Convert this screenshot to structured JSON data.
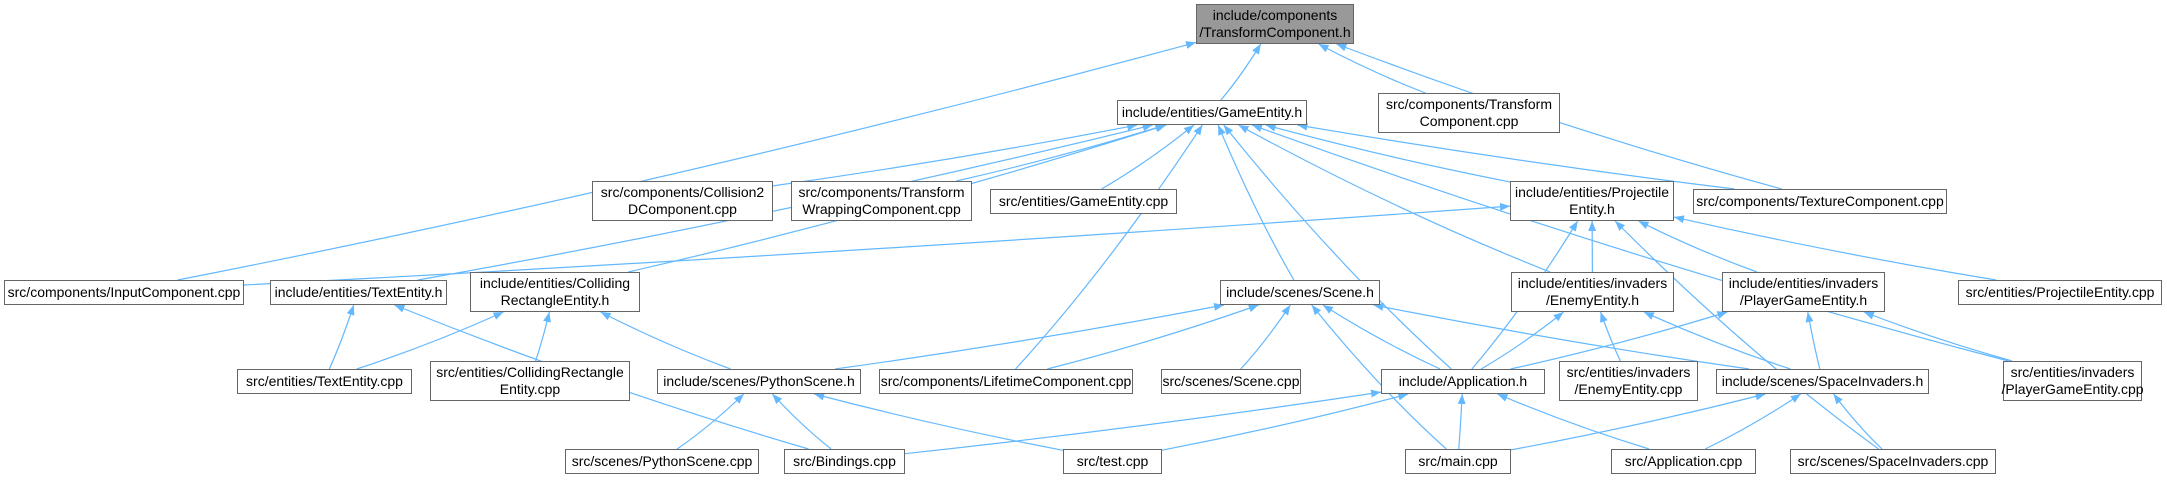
{
  "colors": {
    "edge": "#63b8ff",
    "node_border": "#666666",
    "root_fill": "#999999"
  },
  "nodes": [
    {
      "id": "tc_h",
      "lines": [
        "include/components",
        "/TransformComponent.h"
      ]
    },
    {
      "id": "ge_h",
      "lines": [
        "include/entities/GameEntity.h"
      ]
    },
    {
      "id": "tc_cpp",
      "lines": [
        "src/components/Transform",
        "Component.cpp"
      ]
    },
    {
      "id": "c2d_cpp",
      "lines": [
        "src/components/Collision2",
        "DComponent.cpp"
      ]
    },
    {
      "id": "twc_cpp",
      "lines": [
        "src/components/Transform",
        "WrappingComponent.cpp"
      ]
    },
    {
      "id": "ge_cpp",
      "lines": [
        "src/entities/GameEntity.cpp"
      ]
    },
    {
      "id": "pe_h",
      "lines": [
        "include/entities/Projectile",
        "Entity.h"
      ]
    },
    {
      "id": "tex_cpp",
      "lines": [
        "src/components/TextureComponent.cpp"
      ]
    },
    {
      "id": "ic_cpp",
      "lines": [
        "src/components/InputComponent.cpp"
      ]
    },
    {
      "id": "te_h",
      "lines": [
        "include/entities/TextEntity.h"
      ]
    },
    {
      "id": "cre_h",
      "lines": [
        "include/entities/Colliding",
        "RectangleEntity.h"
      ]
    },
    {
      "id": "scene_h",
      "lines": [
        "include/scenes/Scene.h"
      ]
    },
    {
      "id": "ee_h",
      "lines": [
        "include/entities/invaders",
        "/EnemyEntity.h"
      ]
    },
    {
      "id": "pge_h",
      "lines": [
        "include/entities/invaders",
        "/PlayerGameEntity.h"
      ]
    },
    {
      "id": "pe_cpp",
      "lines": [
        "src/entities/ProjectileEntity.cpp"
      ]
    },
    {
      "id": "te_cpp",
      "lines": [
        "src/entities/TextEntity.cpp"
      ]
    },
    {
      "id": "cre_cpp",
      "lines": [
        "src/entities/CollidingRectangle",
        "Entity.cpp"
      ]
    },
    {
      "id": "ps_h",
      "lines": [
        "include/scenes/PythonScene.h"
      ]
    },
    {
      "id": "lc_cpp",
      "lines": [
        "src/components/LifetimeComponent.cpp"
      ]
    },
    {
      "id": "scene_cpp",
      "lines": [
        "src/scenes/Scene.cpp"
      ]
    },
    {
      "id": "app_h",
      "lines": [
        "include/Application.h"
      ]
    },
    {
      "id": "ee_cpp",
      "lines": [
        "src/entities/invaders",
        "/EnemyEntity.cpp"
      ]
    },
    {
      "id": "si_h",
      "lines": [
        "include/scenes/SpaceInvaders.h"
      ]
    },
    {
      "id": "pge_cpp",
      "lines": [
        "src/entities/invaders",
        "/PlayerGameEntity.cpp"
      ]
    },
    {
      "id": "ps_cpp",
      "lines": [
        "src/scenes/PythonScene.cpp"
      ]
    },
    {
      "id": "bind_cpp",
      "lines": [
        "src/Bindings.cpp"
      ]
    },
    {
      "id": "test_cpp",
      "lines": [
        "src/test.cpp"
      ]
    },
    {
      "id": "main_cpp",
      "lines": [
        "src/main.cpp"
      ]
    },
    {
      "id": "app_cpp",
      "lines": [
        "src/Application.cpp"
      ]
    },
    {
      "id": "si_cpp",
      "lines": [
        "src/scenes/SpaceInvaders.cpp"
      ]
    }
  ],
  "edges": [
    [
      "ge_h",
      "tc_h"
    ],
    [
      "tc_cpp",
      "tc_h"
    ],
    [
      "ic_cpp",
      "tc_h"
    ],
    [
      "tex_cpp",
      "tc_h"
    ],
    [
      "c2d_cpp",
      "ge_h"
    ],
    [
      "twc_cpp",
      "ge_h"
    ],
    [
      "ge_cpp",
      "ge_h"
    ],
    [
      "pe_h",
      "ge_h"
    ],
    [
      "tex_cpp",
      "ge_h"
    ],
    [
      "te_h",
      "ge_h"
    ],
    [
      "cre_h",
      "ge_h"
    ],
    [
      "scene_h",
      "ge_h"
    ],
    [
      "ee_h",
      "ge_h"
    ],
    [
      "lc_cpp",
      "ge_h"
    ],
    [
      "app_h",
      "ge_h"
    ],
    [
      "pge_cpp",
      "ge_h"
    ],
    [
      "ic_cpp",
      "pe_h"
    ],
    [
      "ee_h",
      "pe_h"
    ],
    [
      "pge_h",
      "pe_h"
    ],
    [
      "pe_cpp",
      "pe_h"
    ],
    [
      "app_h",
      "pe_h"
    ],
    [
      "si_cpp",
      "pe_h"
    ],
    [
      "te_cpp",
      "te_h"
    ],
    [
      "bind_cpp",
      "te_h"
    ],
    [
      "te_cpp",
      "cre_h"
    ],
    [
      "cre_cpp",
      "cre_h"
    ],
    [
      "ps_h",
      "cre_h"
    ],
    [
      "ps_h",
      "scene_h"
    ],
    [
      "lc_cpp",
      "scene_h"
    ],
    [
      "scene_cpp",
      "scene_h"
    ],
    [
      "app_h",
      "scene_h"
    ],
    [
      "si_h",
      "scene_h"
    ],
    [
      "main_cpp",
      "scene_h"
    ],
    [
      "app_h",
      "ee_h"
    ],
    [
      "ee_cpp",
      "ee_h"
    ],
    [
      "si_h",
      "ee_h"
    ],
    [
      "app_h",
      "pge_h"
    ],
    [
      "si_h",
      "pge_h"
    ],
    [
      "pge_cpp",
      "pge_h"
    ],
    [
      "ps_cpp",
      "ps_h"
    ],
    [
      "bind_cpp",
      "ps_h"
    ],
    [
      "test_cpp",
      "ps_h"
    ],
    [
      "bind_cpp",
      "app_h"
    ],
    [
      "test_cpp",
      "app_h"
    ],
    [
      "main_cpp",
      "app_h"
    ],
    [
      "app_cpp",
      "app_h"
    ],
    [
      "main_cpp",
      "si_h"
    ],
    [
      "app_cpp",
      "si_h"
    ],
    [
      "si_cpp",
      "si_h"
    ]
  ]
}
